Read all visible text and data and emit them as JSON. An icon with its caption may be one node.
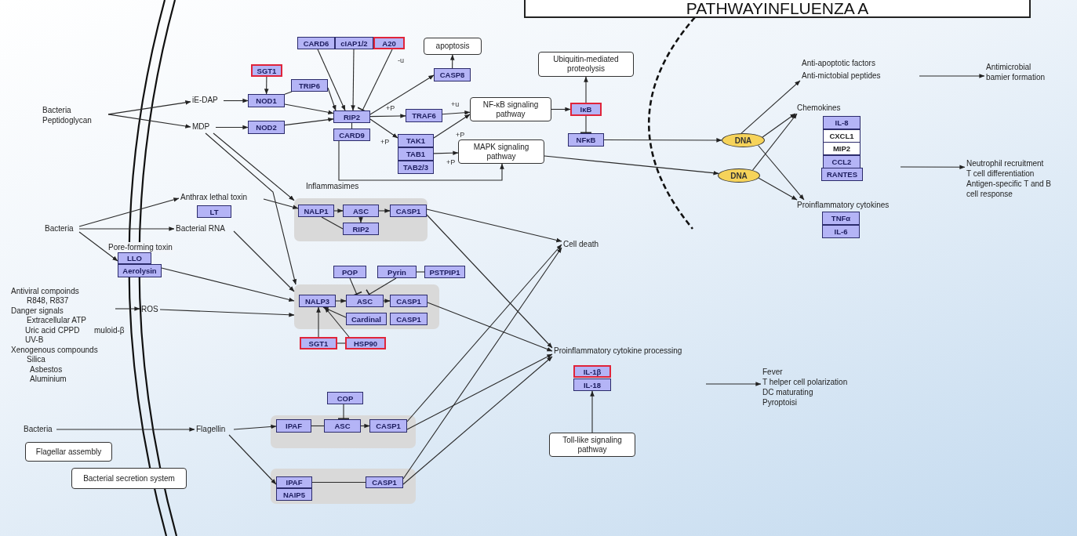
{
  "diagram": {
    "title": "PATHWAYINFLUENZA A",
    "nodes": [
      {
        "text": [
          "Bacteria Peptidoglycan"
        ]
      },
      {
        "text": [
          "iE-DAP"
        ]
      },
      {
        "text": [
          "MDP"
        ]
      },
      {
        "text": [
          "SGT1"
        ]
      },
      {
        "text": [
          "NOD1"
        ]
      },
      {
        "text": [
          "NOD2"
        ]
      },
      {
        "text": [
          "TRIP6"
        ]
      },
      {
        "text": [
          "CARD6"
        ]
      },
      {
        "text": [
          "cIAP1/2"
        ]
      },
      {
        "text": [
          "A20"
        ]
      },
      {
        "text": [
          "RIP2"
        ]
      },
      {
        "text": [
          "CARD9"
        ]
      },
      {
        "text": [
          "apoptosis"
        ]
      },
      {
        "text": [
          "CASP8"
        ]
      },
      {
        "text": [
          "TRAF6"
        ]
      },
      {
        "text": [
          "TAK1"
        ]
      },
      {
        "text": [
          "TAB1"
        ]
      },
      {
        "text": [
          "TAB2/3"
        ]
      },
      {
        "text": [
          "NF-κB signaling pathway"
        ]
      },
      {
        "text": [
          "MAPK signaling pathway"
        ]
      },
      {
        "text": [
          "Ubiquitin-mediated proteolysis"
        ]
      },
      {
        "text": [
          "IκB"
        ]
      },
      {
        "text": [
          "NFκB"
        ]
      },
      {
        "text": [
          "DNA"
        ]
      },
      {
        "text": [
          "DNA"
        ]
      },
      {
        "text": [
          "Anti-apoptotic factors"
        ]
      },
      {
        "text": [
          "Anti-mictobial peptides"
        ]
      },
      {
        "text": [
          "Antimicrobial bamier formation"
        ]
      },
      {
        "text": [
          "Chemokines"
        ]
      },
      {
        "text": [
          "IL-8"
        ]
      },
      {
        "text": [
          "CXCL1"
        ]
      },
      {
        "text": [
          "MIP2"
        ]
      },
      {
        "text": [
          "CCL2"
        ]
      },
      {
        "text": [
          "RANTES"
        ]
      },
      {
        "text": [
          "Neutrophil recruitment",
          "T cell differentiation",
          "Antigen-specific T and B cell response"
        ]
      },
      {
        "text": [
          "Proinflammatory cytokines"
        ]
      },
      {
        "text": [
          "TNFα"
        ]
      },
      {
        "text": [
          "IL-6"
        ]
      },
      {
        "text": [
          "Bacteria"
        ]
      },
      {
        "text": [
          "Anthrax lethal toxin"
        ]
      },
      {
        "text": [
          "LT"
        ]
      },
      {
        "text": [
          "Bacterial RNA"
        ]
      },
      {
        "text": [
          "Inflammasimes"
        ]
      },
      {
        "text": [
          "NALP1"
        ],
        "in": 42
      },
      {
        "text": [
          "ASC"
        ],
        "in": 42
      },
      {
        "text": [
          "CASP1"
        ],
        "in": 42
      },
      {
        "text": [
          "RIP2"
        ],
        "in": 42
      },
      {
        "text": [
          "Pore-forming toxin"
        ]
      },
      {
        "text": [
          "LLO"
        ]
      },
      {
        "text": [
          "Aerolysin"
        ]
      },
      {
        "text": [
          "Antiviral compoinds",
          "R848, R837",
          "Danger signals",
          "Extracellular ATP",
          "Uric acid CPPD",
          "muloid-β",
          "UV-B",
          "Xenogenous compounds",
          "Silica",
          "Asbestos",
          "Aluminium"
        ]
      },
      {
        "text": [
          "ROS"
        ]
      },
      {
        "text": [
          "POP"
        ]
      },
      {
        "text": [
          "Pyrin"
        ]
      },
      {
        "text": [
          "PSTPIP1"
        ]
      },
      {
        "text": [],
        "shape": "box"
      },
      {
        "text": [
          "NALP3"
        ],
        "in": 55
      },
      {
        "text": [
          "ASC"
        ],
        "in": 55
      },
      {
        "text": [
          "CASP1"
        ],
        "in": 55
      },
      {
        "text": [
          "Cardinal"
        ],
        "in": 55
      },
      {
        "text": [
          "CASP1"
        ],
        "in": 55
      },
      {
        "text": [
          "SGT1"
        ]
      },
      {
        "text": [
          "HSP90"
        ]
      },
      {
        "text": [
          "Cell death"
        ]
      },
      {
        "text": [
          "COP"
        ]
      },
      {
        "text": [
          "Bacteria"
        ]
      },
      {
        "text": [
          "Flagellin"
        ]
      },
      {
        "text": [],
        "shape": "box"
      },
      {
        "text": [
          "IPAF"
        ],
        "in": 67
      },
      {
        "text": [
          "ASC"
        ],
        "in": 67
      },
      {
        "text": [
          "CASP1"
        ],
        "in": 67
      },
      {
        "text": [
          "Flagellar assembly"
        ]
      },
      {
        "text": [
          "Bacterial secretion system"
        ]
      },
      {
        "text": [],
        "shape": "box"
      },
      {
        "text": [
          "IPAF"
        ],
        "in": 73
      },
      {
        "text": [
          "NAIP5"
        ],
        "in": 73
      },
      {
        "text": [
          "CASP1"
        ],
        "in": 73
      },
      {
        "text": [
          "Proinflammatory cytokine processing"
        ]
      },
      {
        "text": [
          "IL-1β"
        ]
      },
      {
        "text": [
          "IL-18"
        ]
      },
      {
        "text": [
          "Toll-like signaling pathway"
        ]
      },
      {
        "text": [
          "Fever",
          "T helper cell polarization",
          "DC maturating",
          "Pyroptoisi"
        ]
      }
    ],
    "edges": [
      {
        "from": 0,
        "to": 1,
        "arrow": "to"
      },
      {
        "from": 0,
        "to": 2,
        "arrow": "to"
      },
      {
        "from": 1,
        "to": 4,
        "arrow": "to"
      },
      {
        "from": 2,
        "to": 5,
        "arrow": "to"
      },
      {
        "from": 3,
        "to": 4,
        "arrow": "to"
      },
      {
        "from": 4,
        "to": 6,
        "arrow": "none"
      },
      {
        "from": 4,
        "to": 10,
        "arrow": "to"
      },
      {
        "from": 6,
        "to": 10,
        "arrow": "to"
      },
      {
        "from": 5,
        "to": 10,
        "arrow": "to"
      },
      {
        "from": 7,
        "to": 10,
        "arrow": "to"
      },
      {
        "from": 8,
        "to": 10,
        "arrow": "to"
      },
      {
        "from": 9,
        "to": 10,
        "arrow": "other",
        "label": "-u"
      },
      {
        "from": 10,
        "to": 11,
        "arrow": "none"
      },
      {
        "from": 10,
        "to": 13,
        "arrow": "to"
      },
      {
        "from": 10,
        "to": 14,
        "arrow": "to",
        "label": "+P"
      },
      {
        "from": 10,
        "to": 15,
        "arrow": "to",
        "label": "+P"
      },
      {
        "from": 13,
        "to": 12,
        "arrow": "to"
      },
      {
        "from": 14,
        "to": 18,
        "arrow": "to",
        "label": "+u"
      },
      {
        "from": 15,
        "to": 18,
        "arrow": "to",
        "label": "+P"
      },
      {
        "from": 16,
        "to": 19,
        "arrow": "to",
        "label": "+P"
      },
      {
        "from": 11,
        "to": 19,
        "arrow": "to"
      },
      {
        "from": 18,
        "to": 21,
        "arrow": "to"
      },
      {
        "from": 21,
        "to": 20,
        "arrow": "to"
      },
      {
        "from": 21,
        "to": 22,
        "arrow": "other"
      },
      {
        "from": 22,
        "to": 23,
        "arrow": "to"
      },
      {
        "from": 19,
        "to": 24,
        "arrow": "to"
      },
      {
        "from": 23,
        "to": 26,
        "arrow": "to"
      },
      {
        "from": 23,
        "to": 28,
        "arrow": "to"
      },
      {
        "from": 23,
        "to": 35,
        "arrow": "to"
      },
      {
        "from": 24,
        "to": 28,
        "arrow": "to"
      },
      {
        "from": 24,
        "to": 35,
        "arrow": "to"
      },
      {
        "from": 26,
        "to": 27,
        "arrow": "to"
      },
      {
        "from": null,
        "to": 34,
        "arrow": "to"
      },
      {
        "from": 38,
        "to": 39,
        "arrow": "to"
      },
      {
        "from": 38,
        "to": 41,
        "arrow": "to"
      },
      {
        "from": 38,
        "to": 48,
        "arrow": "to"
      },
      {
        "from": 39,
        "to": 43,
        "arrow": "to"
      },
      {
        "from": 2,
        "to": 42,
        "arrow": "to"
      },
      {
        "from": 2,
        "to": 55,
        "arrow": "to"
      },
      {
        "from": 41,
        "to": 55,
        "arrow": "to"
      },
      {
        "from": 49,
        "to": 55,
        "arrow": "to"
      },
      {
        "from": 50,
        "to": 51,
        "arrow": "to"
      },
      {
        "from": 51,
        "to": 55,
        "arrow": "to"
      },
      {
        "from": 43,
        "to": 44,
        "arrow": "to"
      },
      {
        "from": 44,
        "to": 45,
        "arrow": "to"
      },
      {
        "from": 43,
        "to": 46,
        "arrow": "none"
      },
      {
        "from": 44,
        "to": 46,
        "arrow": "to"
      },
      {
        "from": 52,
        "to": 57,
        "arrow": "other"
      },
      {
        "from": 53,
        "to": 57,
        "arrow": "other"
      },
      {
        "from": 53,
        "to": 54,
        "arrow": "none"
      },
      {
        "from": 56,
        "to": 57,
        "arrow": "to"
      },
      {
        "from": 57,
        "to": 58,
        "arrow": "to"
      },
      {
        "from": 59,
        "to": 56,
        "arrow": "to"
      },
      {
        "from": 61,
        "to": 56,
        "arrow": "to"
      },
      {
        "from": 62,
        "to": 56,
        "arrow": "to"
      },
      {
        "from": 61,
        "to": 62,
        "arrow": "none"
      },
      {
        "from": 45,
        "to": 63,
        "arrow": "to"
      },
      {
        "from": 45,
        "to": 77,
        "arrow": "to"
      },
      {
        "from": 58,
        "to": 77,
        "arrow": "to"
      },
      {
        "from": 70,
        "to": 63,
        "arrow": "to"
      },
      {
        "from": 70,
        "to": 77,
        "arrow": "to"
      },
      {
        "from": 76,
        "to": 63,
        "arrow": "to"
      },
      {
        "from": 76,
        "to": 77,
        "arrow": "to"
      },
      {
        "from": 65,
        "to": 66,
        "arrow": "to"
      },
      {
        "from": 66,
        "to": 68,
        "arrow": "to"
      },
      {
        "from": 66,
        "to": 74,
        "arrow": "to"
      },
      {
        "from": 64,
        "to": 69,
        "arrow": "other"
      },
      {
        "from": 68,
        "to": 69,
        "arrow": "none"
      },
      {
        "from": 69,
        "to": 70,
        "arrow": "to"
      },
      {
        "from": 74,
        "to": 76,
        "arrow": "none"
      },
      {
        "from": 80,
        "to": 79,
        "arrow": "to"
      },
      {
        "from": null,
        "to": 81,
        "arrow": "to"
      }
    ]
  }
}
